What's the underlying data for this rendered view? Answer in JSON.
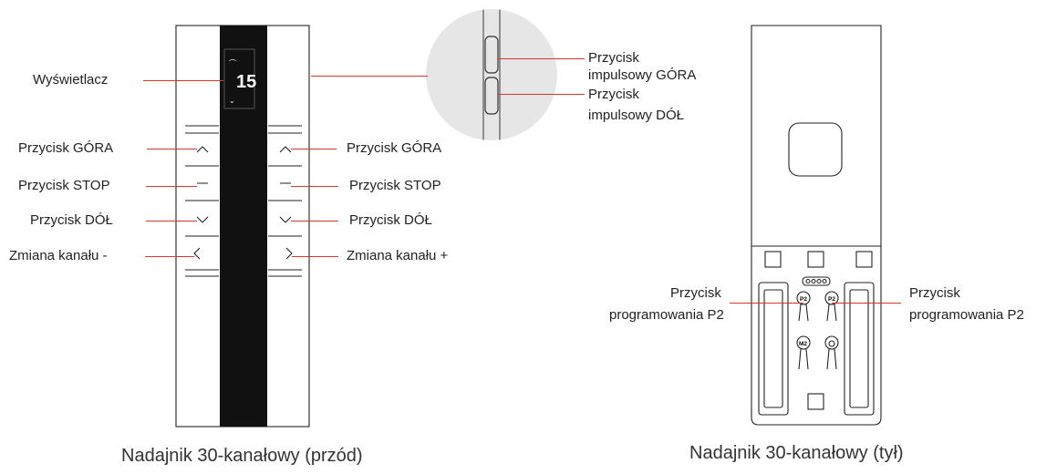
{
  "front": {
    "caption": "Nadajnik 30-kanałowy (przód)",
    "display_value": "15",
    "labels": {
      "display": "Wyświetlacz",
      "up_left": "Przycisk GÓRA",
      "up_right": "Przycisk GÓRA",
      "stop_left": "Przycisk STOP",
      "stop_right": "Przycisk STOP",
      "down_left": "Przycisk DÓŁ",
      "down_right": "Przycisk DÓŁ",
      "channel_minus": "Zmiana kanału -",
      "channel_plus": "Zmiana kanału +"
    },
    "icons": [
      "chevron-up-icon",
      "minus-icon",
      "chevron-down-icon",
      "chevron-left-icon",
      "chevron-right-icon"
    ]
  },
  "side_detail": {
    "impulse_up_line1": "Przycisk",
    "impulse_up_line2": "impulsowy GÓRA",
    "impulse_down_line1": "Przycisk",
    "impulse_down_line2": "impulsowy DÓŁ"
  },
  "back": {
    "caption": "Nadajnik 30-kanałowy (tył)",
    "p2_left_line1": "Przycisk",
    "p2_left_line2": "programowania P2",
    "p2_right_line1": "Przycisk",
    "p2_right_line2": "programowania P2",
    "badge_p2": "P2",
    "badge_m2": "M2"
  },
  "colors": {
    "leader": "#d9352b",
    "strip": "#111111",
    "outline": "#222222"
  }
}
